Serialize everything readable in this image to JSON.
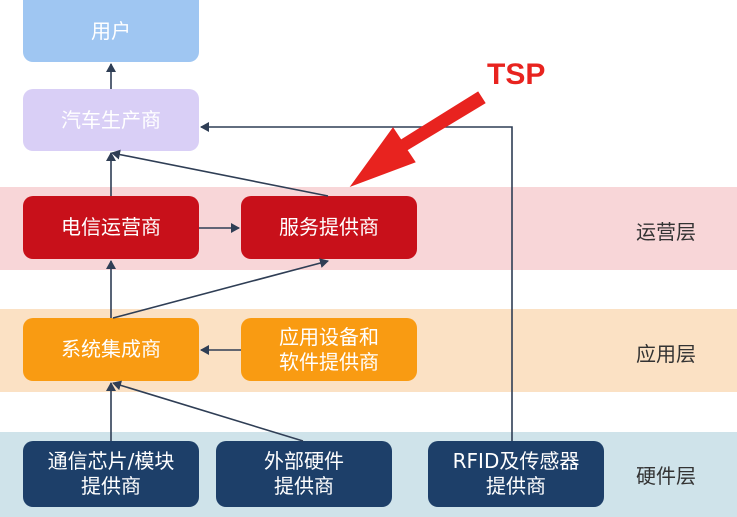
{
  "diagram": {
    "nodes": {
      "user": "用户",
      "automaker": "汽车生产商",
      "telecom_operator": "电信运营商",
      "service_provider": "服务提供商",
      "system_integrator": "系统集成商",
      "app_device_provider": "应用设备和\n软件提供商",
      "chip_module_provider": "通信芯片/模块\n提供商",
      "external_hardware": "外部硬件\n提供商",
      "rfid_sensor_provider": "RFID及传感器\n提供商"
    },
    "layers": {
      "operations": "运营层",
      "application": "应用层",
      "hardware": "硬件层"
    },
    "callout": "TSP",
    "colors": {
      "user": "#9fc6f2",
      "automaker": "#d9cff6",
      "operations_box": "#c8101a",
      "application_box": "#f99b12",
      "hardware_box": "#1d3f69",
      "operations_band": "#f8d6d8",
      "application_band": "#fbe1c4",
      "hardware_band": "#cfe3ea",
      "callout": "#e8231f"
    }
  }
}
